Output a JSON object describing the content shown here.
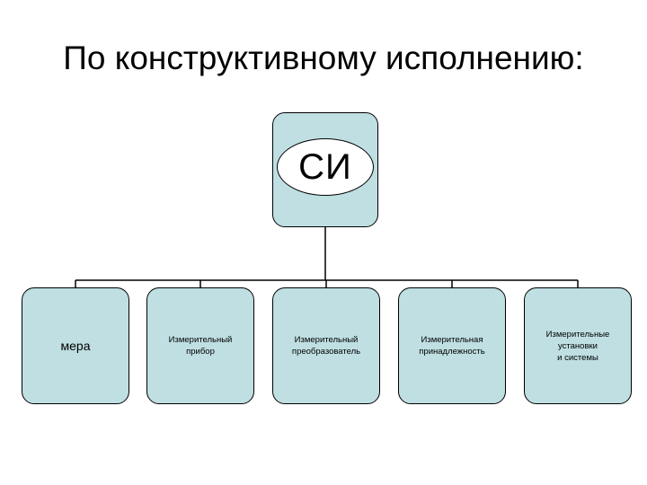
{
  "slide": {
    "title": "По конструктивному исполнению:"
  },
  "diagram": {
    "root": {
      "label": "СИ"
    },
    "children": [
      {
        "label": "мера"
      },
      {
        "label": "Измерительный\nприбор"
      },
      {
        "label": "Измерительный\nпреобразователь"
      },
      {
        "label": "Измерительная\nпринадлежность"
      },
      {
        "label": "Измерительные\nустановки\nи системы"
      }
    ],
    "colors": {
      "box_fill": "#bfdfe2",
      "ellipse_fill": "#ffffff",
      "line": "#000000"
    }
  }
}
